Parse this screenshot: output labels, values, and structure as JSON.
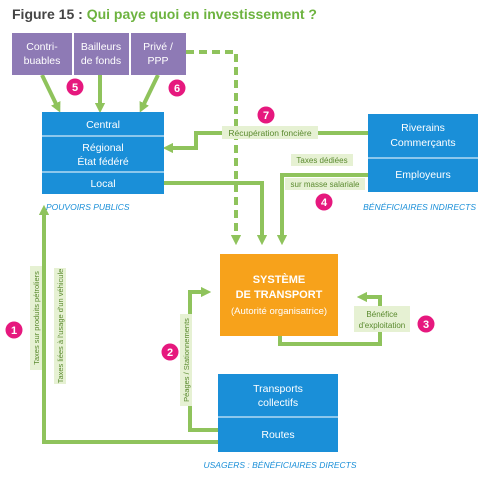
{
  "title": {
    "prefix": "Figure 15 : ",
    "question": "Qui paye quoi en investissement ?"
  },
  "colors": {
    "purple": "#8e7ab5",
    "blue": "#1a8fd8",
    "orange": "#f7a21b",
    "green": "#8fc35c",
    "green_light": "#e6f1d3",
    "magenta": "#e6187e"
  },
  "funders": {
    "contribuables": [
      "Contri-",
      "buables"
    ],
    "bailleurs": [
      "Bailleurs",
      "de fonds"
    ],
    "prive": [
      "Privé /",
      "PPP"
    ]
  },
  "pouvoirs_publics": {
    "central": "Central",
    "regional": "Régional",
    "etat": "État fédéré",
    "local": "Local",
    "caption": "POUVOIRS PUBLICS"
  },
  "beneficiaires_indirects": {
    "riverains": "Riverains",
    "commercants": "Commerçants",
    "employeurs": "Employeurs",
    "caption": "BÉNÉFICIAIRES INDIRECTS"
  },
  "systeme": {
    "line1": "SYSTÈME",
    "line2": "DE TRANSPORT",
    "line3": "(Autorité organisatrice)"
  },
  "usagers": {
    "transports": "Transports",
    "collectifs": "collectifs",
    "routes": "Routes",
    "caption": "USAGERS : BÉNÉFICIAIRES DIRECTS"
  },
  "flow_labels": {
    "recuperation": "Récupération foncière",
    "taxes_dediees": "Taxes dédiées",
    "masse_salariale": "sur masse salariale",
    "benefice1": "Bénéfice",
    "benefice2": "d'exploitation",
    "peages": "Péages / Stationnements",
    "taxes_produits": "Taxes sur produits pétroliers",
    "taxes_usage": "Taxes liées à l'usage d'un véhicule"
  },
  "badges": [
    "1",
    "2",
    "3",
    "4",
    "5",
    "6",
    "7"
  ]
}
